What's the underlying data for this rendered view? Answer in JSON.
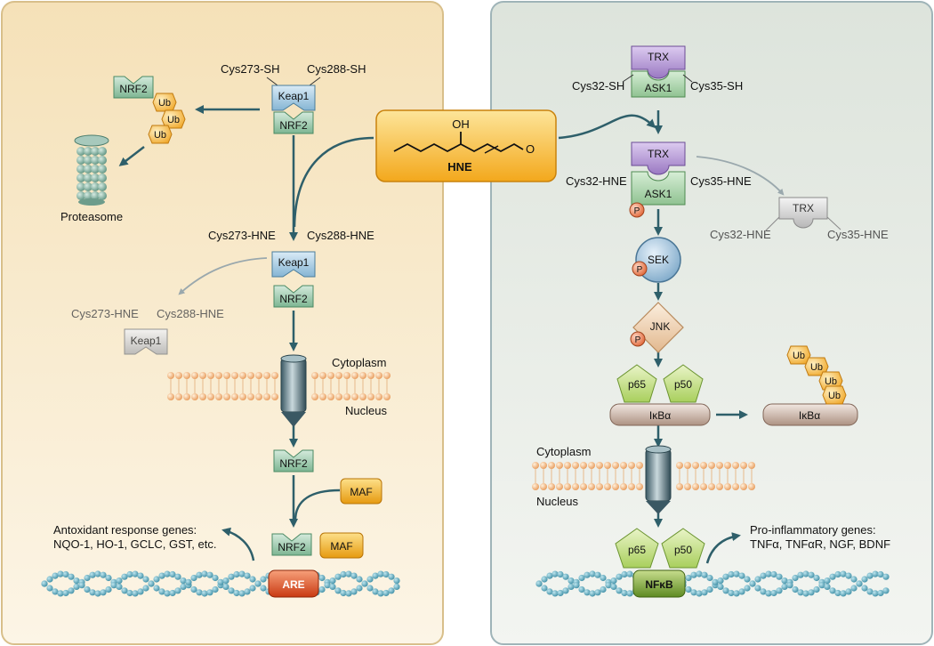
{
  "hne": {
    "label": "HNE",
    "oh": "OH",
    "o": "O"
  },
  "left": {
    "keap1_top": {
      "site_a": "Cys273-SH",
      "site_b": "Cys288-SH",
      "keap1": "Keap1",
      "nrf2": "NRF2"
    },
    "degraded": {
      "nrf2": "NRF2",
      "ub": [
        "Ub",
        "Ub",
        "Ub"
      ],
      "proteasome": "Proteasome"
    },
    "keap1_mid": {
      "site_a": "Cys273-HNE",
      "site_b": "Cys288-HNE",
      "keap1": "Keap1",
      "nrf2": "NRF2"
    },
    "keap1_free": {
      "site_a": "Cys273-HNE",
      "site_b": "Cys288-HNE",
      "keap1": "Keap1"
    },
    "cytoplasm": "Cytoplasm",
    "nucleus": "Nucleus",
    "nrf2_nuc": "NRF2",
    "maf": "MAF",
    "nrf2_bound": "NRF2",
    "maf_bound": "MAF",
    "genes_title": "Antoxidant response genes:",
    "genes_list": "NQO-1, HO-1, GCLC, GST, etc.",
    "element": "ARE"
  },
  "right": {
    "trx_top": {
      "trx": "TRX",
      "ask1": "ASK1",
      "site_a": "Cys32-SH",
      "site_b": "Cys35-SH"
    },
    "trx_mid": {
      "trx": "TRX",
      "ask1": "ASK1",
      "site_a": "Cys32-HNE",
      "site_b": "Cys35-HNE",
      "p": "P"
    },
    "trx_free": {
      "trx": "TRX",
      "site_a": "Cys32-HNE",
      "site_b": "Cys35-HNE"
    },
    "sek": {
      "label": "SEK",
      "p": "P"
    },
    "jnk": {
      "label": "JNK",
      "p": "P"
    },
    "p65": "p65",
    "p50": "p50",
    "ikba": "IκBα",
    "ikba_deg": {
      "label": "IκBα",
      "ub": [
        "Ub",
        "Ub",
        "Ub",
        "Ub"
      ]
    },
    "cytoplasm": "Cytoplasm",
    "nucleus": "Nucleus",
    "p65_nuc": "p65",
    "p50_nuc": "p50",
    "genes_title": "Pro-inflammatory genes:",
    "genes_list": "TNFα, TNFαR, NGF, BDNF",
    "element": "NFκB"
  },
  "colors": {
    "left_panel": "#f7e7c6",
    "right_panel": "#e2e8e0",
    "arrow": "#2e5f6a",
    "nrf2": "#8fbfa2",
    "keap1": "#9cc4dc",
    "trx": "#a98bc8",
    "ask1": "#a3cfa4",
    "ub": "#f2b63d",
    "maf": "#f0a818",
    "are": "#d8471c",
    "nfkb": "#6f9a2c",
    "p65": "#c6e08a",
    "ikba": "#c8b2a4",
    "phospho": "#e8855e"
  }
}
